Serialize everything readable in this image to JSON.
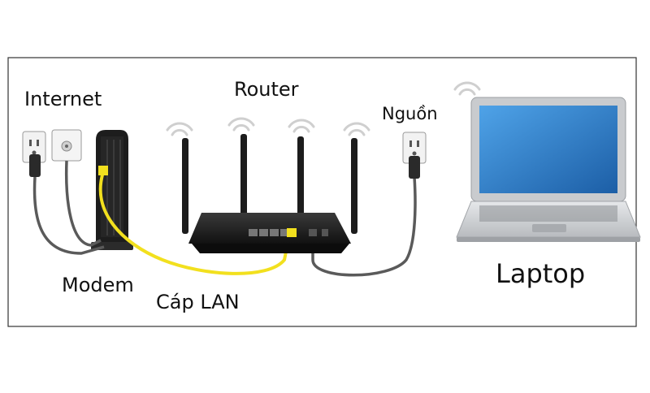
{
  "labels": {
    "internet": "Internet",
    "router": "Router",
    "power": "Nguồn",
    "modem": "Modem",
    "lan_cable": "Cáp LAN",
    "laptop": "Laptop"
  },
  "colors": {
    "lan_cable": "#f2e01e",
    "power_cable": "#5a5a5a",
    "device_body": "#1e1e1e",
    "laptop_screen": "#2a78c4",
    "laptop_body": "#d4d6d9",
    "wifi_signal": "#cfcfcf",
    "frame_border": "#333333"
  },
  "icons": [
    "wifi-signal-icon",
    "wall-outlet-icon",
    "ethernet-port-icon",
    "power-plug-icon"
  ]
}
